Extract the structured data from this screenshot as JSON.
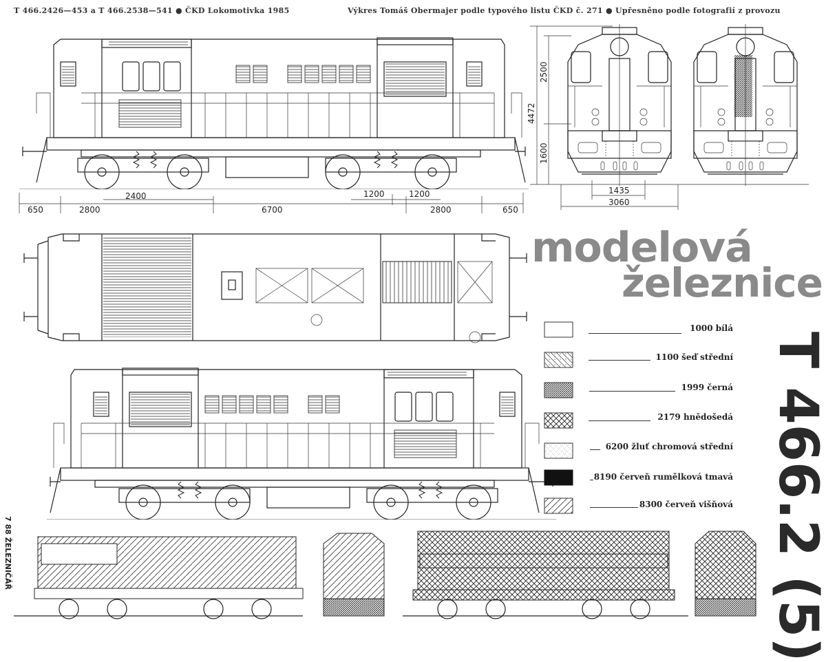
{
  "header": {
    "left": "T 466.2426—453 a T 466.2538—541 ● ČKD Lokomotivka 1985",
    "right": "Výkres Tomáš Obermajer podle typového listu ČKD č. 271 ● Upřesněno podle fotografií z provozu"
  },
  "dimensions": {
    "side": [
      "650",
      "2800",
      "6700",
      "2800",
      "650"
    ],
    "bogie": "2400",
    "axle_a": "1200",
    "axle_b": "1200",
    "height_total": "4472",
    "height_upper": "2500",
    "height_lower": "1600",
    "gauge": "1435",
    "width": "3060"
  },
  "magazine": {
    "title_line1": "modelová",
    "title_line2": "železnice",
    "model_title": "T 466.2 (5)",
    "side_note": "7 88 ŽELEZNIČÁŘ"
  },
  "legend": [
    {
      "label": "1000 bílá",
      "pattern": "white"
    },
    {
      "label": "1100 šeď střední",
      "pattern": "diag-dotted"
    },
    {
      "label": "1999 černá",
      "pattern": "dense-diag"
    },
    {
      "label": "2179 hnědošedá",
      "pattern": "crosshatch"
    },
    {
      "label": "6200 žluť chromová střední",
      "pattern": "dotted-cross"
    },
    {
      "label": "8190 červeň rumělková tmavá",
      "pattern": "solid-black"
    },
    {
      "label": "8300 červeň višňová",
      "pattern": "diag-wide"
    }
  ]
}
